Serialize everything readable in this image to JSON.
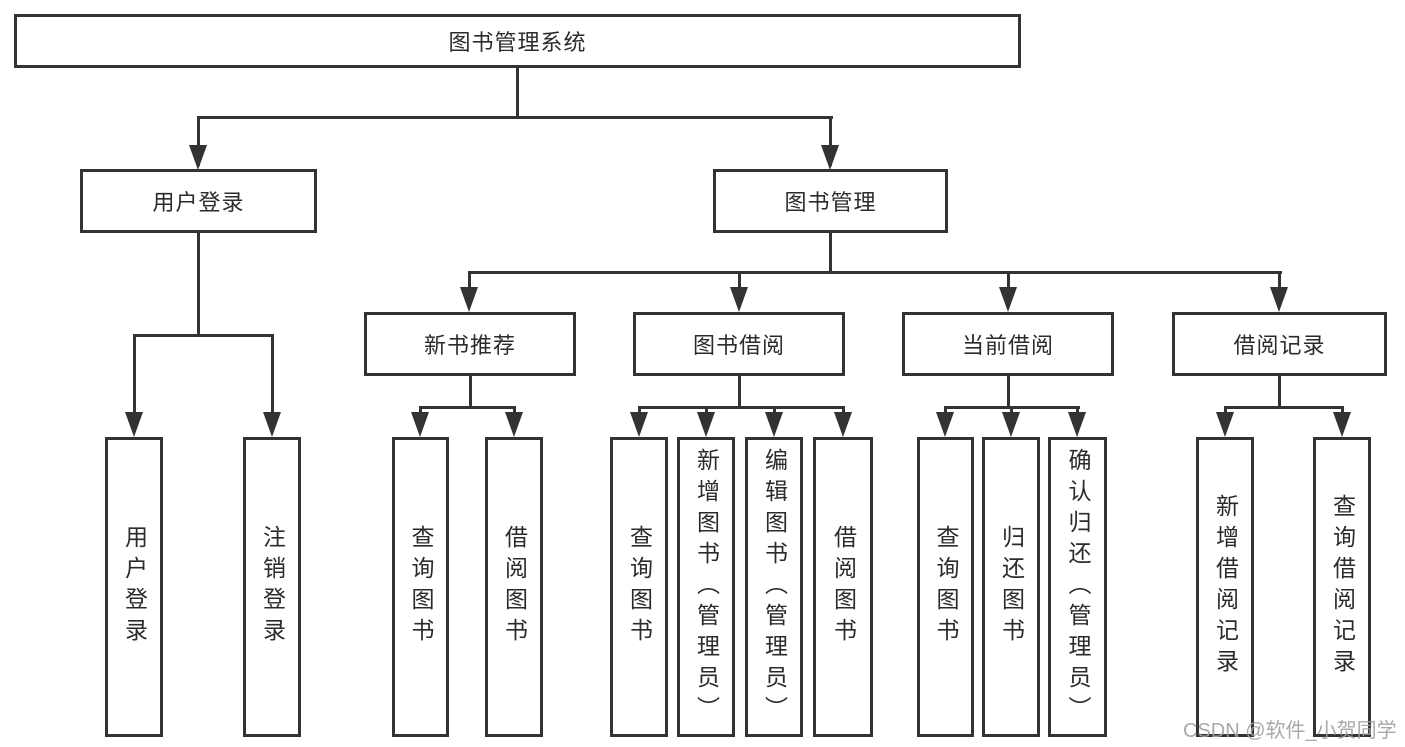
{
  "diagram": {
    "root": {
      "label": "图书管理系统"
    },
    "branches": [
      {
        "label": "用户登录",
        "children": [
          {
            "label": "用户登录"
          },
          {
            "label": "注销登录"
          }
        ]
      },
      {
        "label": "图书管理",
        "children": [
          {
            "label": "新书推荐",
            "children": [
              {
                "label": "查询图书"
              },
              {
                "label": "借阅图书"
              }
            ]
          },
          {
            "label": "图书借阅",
            "children": [
              {
                "label": "查询图书"
              },
              {
                "label": "新增图书（管理员）"
              },
              {
                "label": "编辑图书（管理员）"
              },
              {
                "label": "借阅图书"
              }
            ]
          },
          {
            "label": "当前借阅",
            "children": [
              {
                "label": "查询图书"
              },
              {
                "label": "归还图书"
              },
              {
                "label": "确认归还（管理员）"
              }
            ]
          },
          {
            "label": "借阅记录",
            "children": [
              {
                "label": "新增借阅记录"
              },
              {
                "label": "查询借阅记录"
              }
            ]
          }
        ]
      }
    ]
  },
  "watermark": {
    "text": "CSDN @软件_小贺同学"
  },
  "colors": {
    "line": "#333333",
    "text": "#2b2b2b",
    "watermark": "#a0a0a0",
    "background": "#ffffff"
  }
}
